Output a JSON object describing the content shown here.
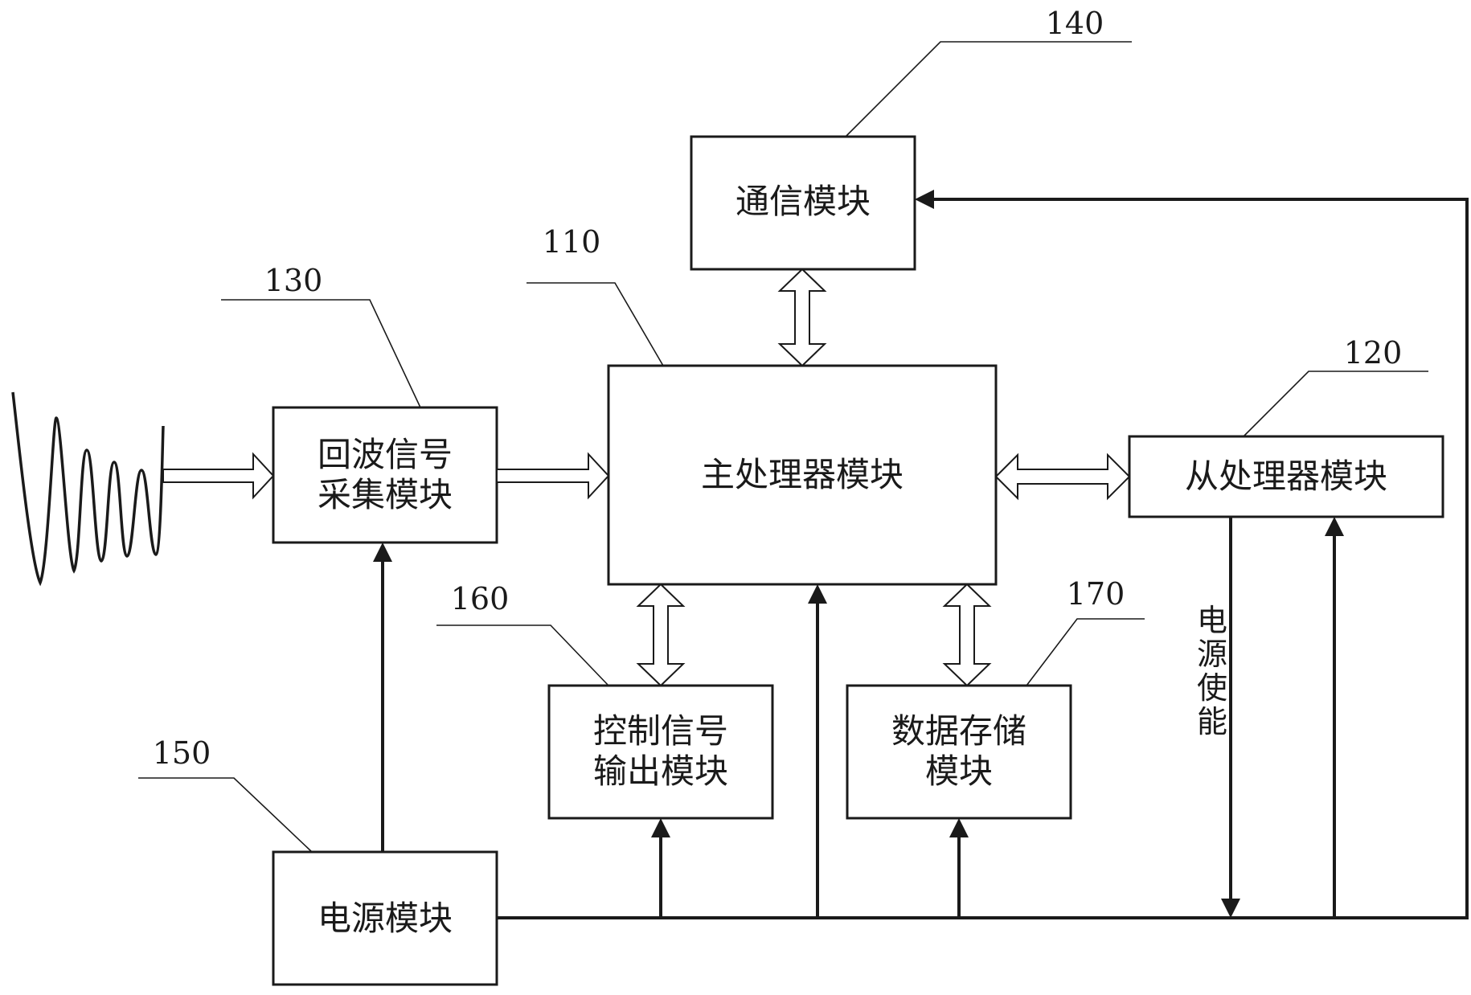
{
  "modules": {
    "main": {
      "ref": "110",
      "lines": [
        "主处理器模块"
      ]
    },
    "slave": {
      "ref": "120",
      "lines": [
        "从处理器模块"
      ]
    },
    "echo": {
      "ref": "130",
      "lines": [
        "回波信号",
        "采集模块"
      ]
    },
    "comm": {
      "ref": "140",
      "lines": [
        "通信模块"
      ]
    },
    "power": {
      "ref": "150",
      "lines": [
        "电源模块"
      ]
    },
    "ctrl": {
      "ref": "160",
      "lines": [
        "控制信号",
        "输出模块"
      ]
    },
    "storage": {
      "ref": "170",
      "lines": [
        "数据存储",
        "模块"
      ]
    }
  },
  "power_enable": [
    "电",
    "源",
    "使",
    "能"
  ]
}
